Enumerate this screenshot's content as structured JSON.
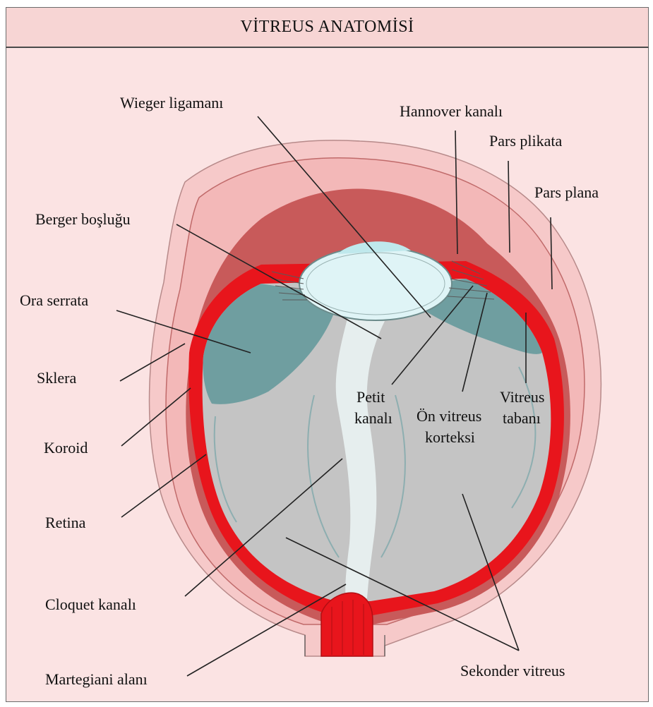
{
  "title": "VİTREUS ANATOMİSİ",
  "labels": {
    "wieger": "Wieger ligamanı",
    "hannover": "Hannover kanalı",
    "pars_plikata": "Pars plikata",
    "pars_plana": "Pars plana",
    "berger": "Berger boşluğu",
    "ora_serrata": "Ora serrata",
    "sklera": "Sklera",
    "koroid": "Koroid",
    "retina": "Retina",
    "cloquet": "Cloquet kanalı",
    "martegiani": "Martegiani alanı",
    "petit_1": "Petit",
    "petit_2": "kanalı",
    "on_vitreus_1": "Ön vitreus",
    "on_vitreus_2": "korteksi",
    "vitreus_tabani_1": "Vitreus",
    "vitreus_tabani_2": "tabanı",
    "sekonder": "Sekonder vitreus"
  },
  "colors": {
    "background": "#fbe3e3",
    "header": "#f7d5d4",
    "sclera_outer": "#f3b8b8",
    "choroid_dark": "#c85a5a",
    "retina_red": "#e8151c",
    "vitreus_gray": "#c4c4c4",
    "vitreus_base_teal": "#6f9ea0",
    "lens": "#dff4f6",
    "cloquet_canal": "#e6eeee"
  }
}
